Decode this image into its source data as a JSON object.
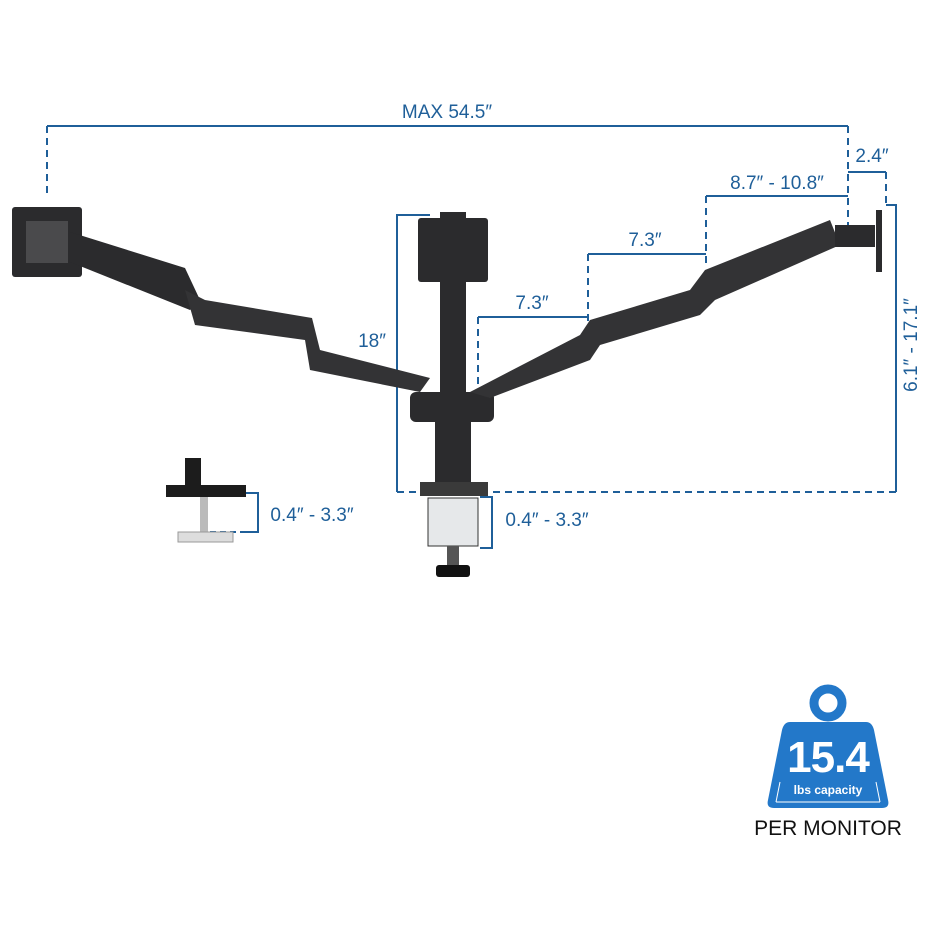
{
  "dimensions": {
    "max_width": "MAX 54.5″",
    "tilt_offset": "2.4″",
    "arm_extension": "8.7″ - 10.8″",
    "arm_segment_upper": "7.3″",
    "arm_segment_lower": "7.3″",
    "pole_height": "18″",
    "height_range": "6.1″ - 17.1″",
    "clamp_range_left": "0.4″ - 3.3″",
    "clamp_range_center": "0.4″ - 3.3″"
  },
  "badge": {
    "value": "15.4",
    "unit": "lbs capacity",
    "caption": "PER MONITOR"
  },
  "colors": {
    "dimension": "#1f5f99",
    "badge": "#2378c9",
    "arm": "#2b2b2d"
  }
}
